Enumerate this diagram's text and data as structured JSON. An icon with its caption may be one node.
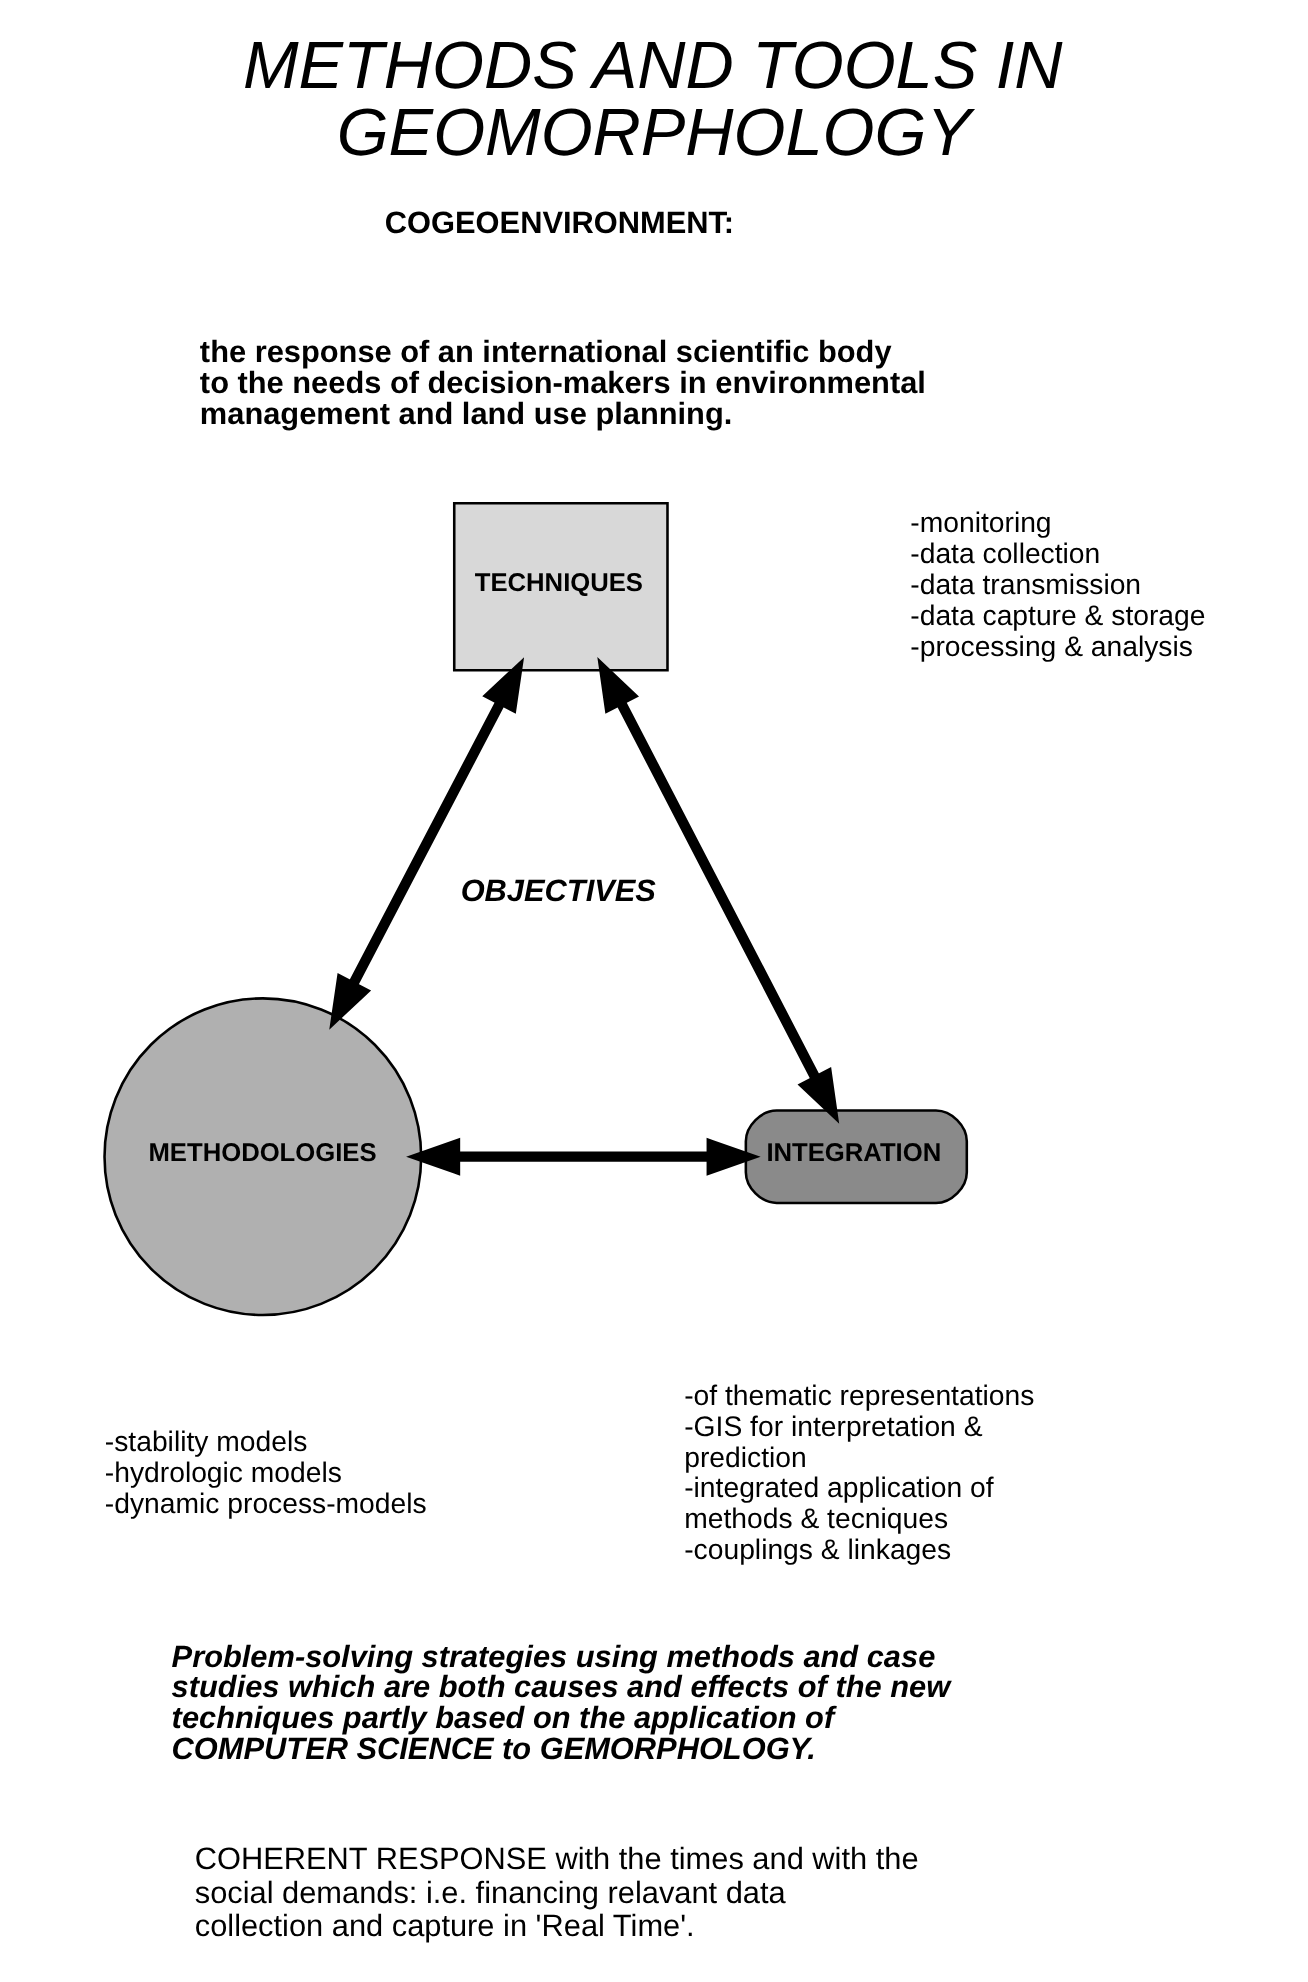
{
  "diagram": {
    "title": "METHODS AND TOOLS IN GEOMORPHOLOGY",
    "nodes": [
      {
        "text": [
          "TECHNIQUES"
        ],
        "beside": [
          "-monitoring",
          "-data collection",
          "-data transmission",
          "-data capture & storage",
          "-processing & analysis"
        ]
      },
      {
        "text": [
          "METHODOLOGIES"
        ],
        "beside": [
          "-stability models",
          "-hydrologic models",
          "-dynamic process-models"
        ]
      },
      {
        "text": [
          "INTEGRATION"
        ],
        "beside": [
          "-of thematic representations",
          "-GIS for interpretation & prediction",
          "-integrated application of methods & tecniques",
          "-couplings & linkages"
        ]
      }
    ],
    "edges": [
      {
        "from": 0,
        "to": 1,
        "arrow": "both"
      },
      {
        "from": 0,
        "to": 2,
        "arrow": "both"
      },
      {
        "from": 1,
        "to": 2,
        "arrow": "both"
      }
    ],
    "labels": [
      "COGEOENVIRONMENT:",
      "the response of an international scientific body to the needs of decision-makers in environmental management and land use planning.",
      "OBJECTIVES",
      "Problem-solving strategies using methods and case studies which are both causes and effects of the new techniques partly based on the application of COMPUTER SCIENCE to GEMORPHOLOGY.",
      "COHERENT RESPONSE with the times and with the social demands: i.e. financing relavant data collection and capture in 'Real Time'."
    ]
  }
}
